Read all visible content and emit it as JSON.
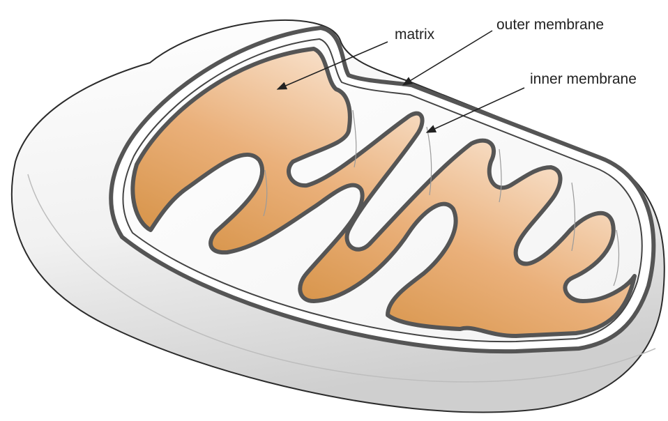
{
  "labels": {
    "matrix": "matrix",
    "outer_membrane": "outer membrane",
    "inner_membrane": "inner membrane"
  },
  "colors": {
    "shell_light": "#ffffff",
    "shell_shade": "#d4d4d4",
    "membrane_stroke": "#555555",
    "matrix_dark": "#d18b3a",
    "matrix_light": "#fff9f3",
    "arrow": "#222222"
  }
}
